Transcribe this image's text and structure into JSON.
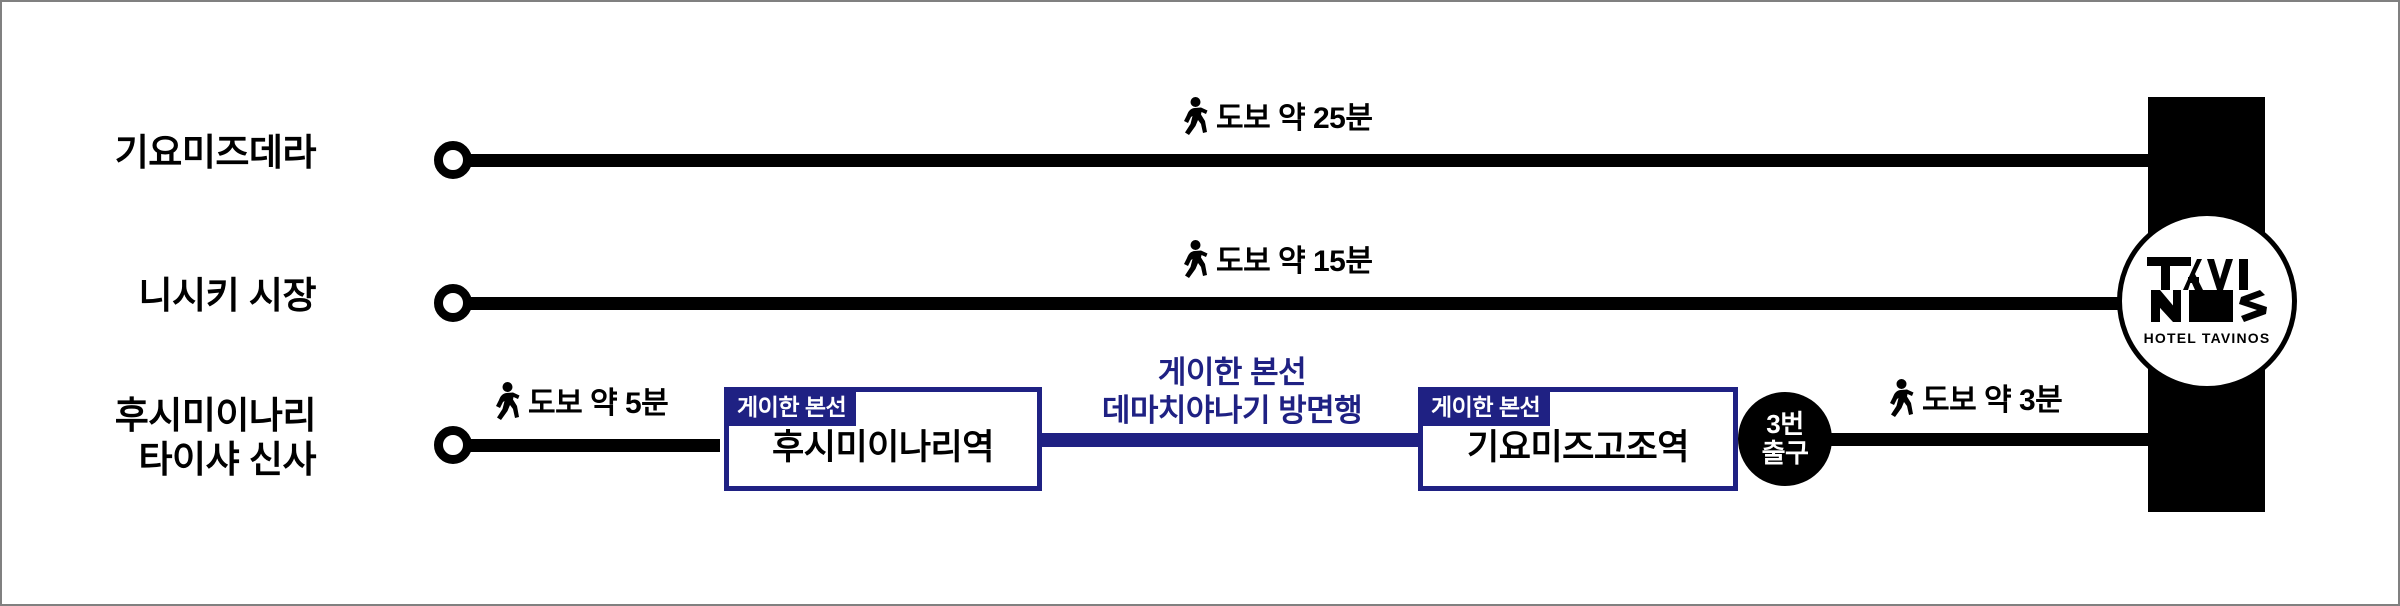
{
  "diagram": {
    "title": "HOTEL TAVINOS access route map",
    "colors": {
      "rail_blue": "#1f2183",
      "line_black": "#000000",
      "background": "#ffffff"
    }
  },
  "routes": [
    {
      "destination": "기요미즈데라",
      "walk": "도보 약 25분",
      "icon": "walking-person-icon"
    },
    {
      "destination": "니시키 시장",
      "walk": "도보 약 15분",
      "icon": "walking-person-icon"
    },
    {
      "destination": "후시미이나리\n타이샤 신사",
      "walk_first": "도보 약 5분",
      "walk_last": "도보 약 3분",
      "icon": "walking-person-icon"
    }
  ],
  "rail": {
    "origin_station": {
      "line_tag": "게이한 본선",
      "name": "후시미이나리역"
    },
    "direction_caption": "게이한 본선\n데마치야나기    방면행",
    "destination_station": {
      "line_tag": "게이한 본선",
      "name": "기요미즈고조역"
    },
    "exit": {
      "number": "3번",
      "label": "출구"
    }
  },
  "hotel": {
    "logo_line_1": "TAVI",
    "logo_line_2": "NOS",
    "logo_subtitle": "HOTEL TAVINOS"
  }
}
